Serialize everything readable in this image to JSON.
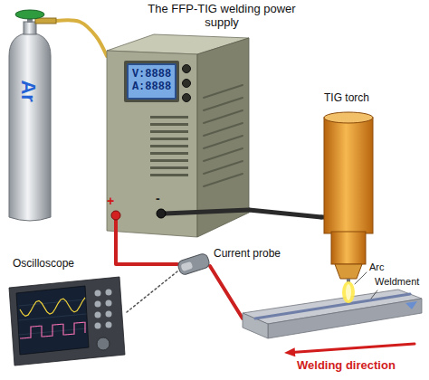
{
  "diagram": {
    "nodes": [
      {
        "text": [
          "Ar"
        ]
      },
      {
        "text": [
          "The FFP-TIG welding power supply"
        ]
      },
      {
        "text": [
          "V:8888",
          "A:8888"
        ],
        "in": 1
      },
      {
        "text": [
          "TIG torch"
        ]
      },
      {
        "text": [
          "Current probe"
        ]
      },
      {
        "text": [
          "Oscilloscope"
        ]
      },
      {
        "text": [
          "Weldment"
        ]
      }
    ],
    "edges": [
      {
        "from": 0,
        "to": 1,
        "arrow": "none"
      },
      {
        "from": 1,
        "to": 3,
        "arrow": "none"
      },
      {
        "from": 1,
        "to": 4,
        "arrow": "none"
      },
      {
        "from": 4,
        "to": 6,
        "arrow": "none"
      },
      {
        "from": 4,
        "to": 5,
        "arrow": "none"
      }
    ],
    "labels": [
      "+",
      "-",
      "Arc",
      "Welding direction"
    ]
  }
}
